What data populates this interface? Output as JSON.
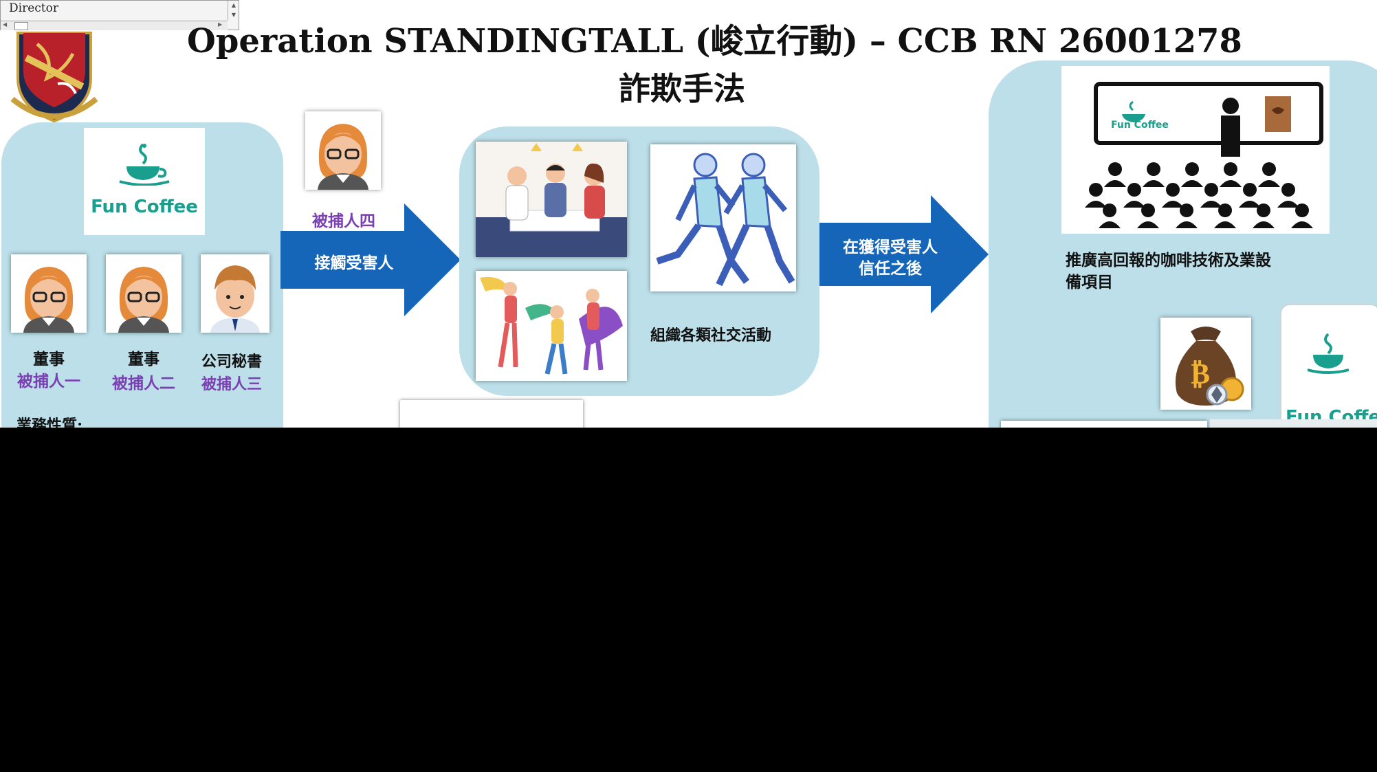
{
  "overlay": {
    "field_text": "Director",
    "scroll_up": "▲",
    "scroll_down": "▼",
    "scroll_left": "◀",
    "scroll_right": "▶"
  },
  "header": {
    "title": "Operation STANDINGTALL (峻立行動) – CCB RN 26001278",
    "subtitle": "詐欺手法"
  },
  "left_panel": {
    "logo_text": "Fun Coffee",
    "people": [
      {
        "role": "董事",
        "name": "被捕人一"
      },
      {
        "role": "董事",
        "name": "被捕人二"
      },
      {
        "role": "公司秘書",
        "name": "被捕人三"
      }
    ],
    "business_label": "業務性質:"
  },
  "step1": {
    "person_name": "被捕人四",
    "arrow_label": "接觸受害人"
  },
  "middle_panel": {
    "caption": "組織各類社交活動"
  },
  "step2": {
    "arrow_label_line1": "在獲得受害人",
    "arrow_label_line2": "信任之後"
  },
  "right_panel": {
    "screen_logo": "Fun Coffee",
    "caption_line1": "推廣高回報的咖啡技術及業設",
    "caption_line2": "備項目",
    "phone_logo": "Fun Coffee"
  },
  "colors": {
    "panel": "#bcdfe9",
    "arrow": "#1565b8",
    "brand_teal": "#1a9e8e",
    "purple": "#7a3fb2"
  }
}
